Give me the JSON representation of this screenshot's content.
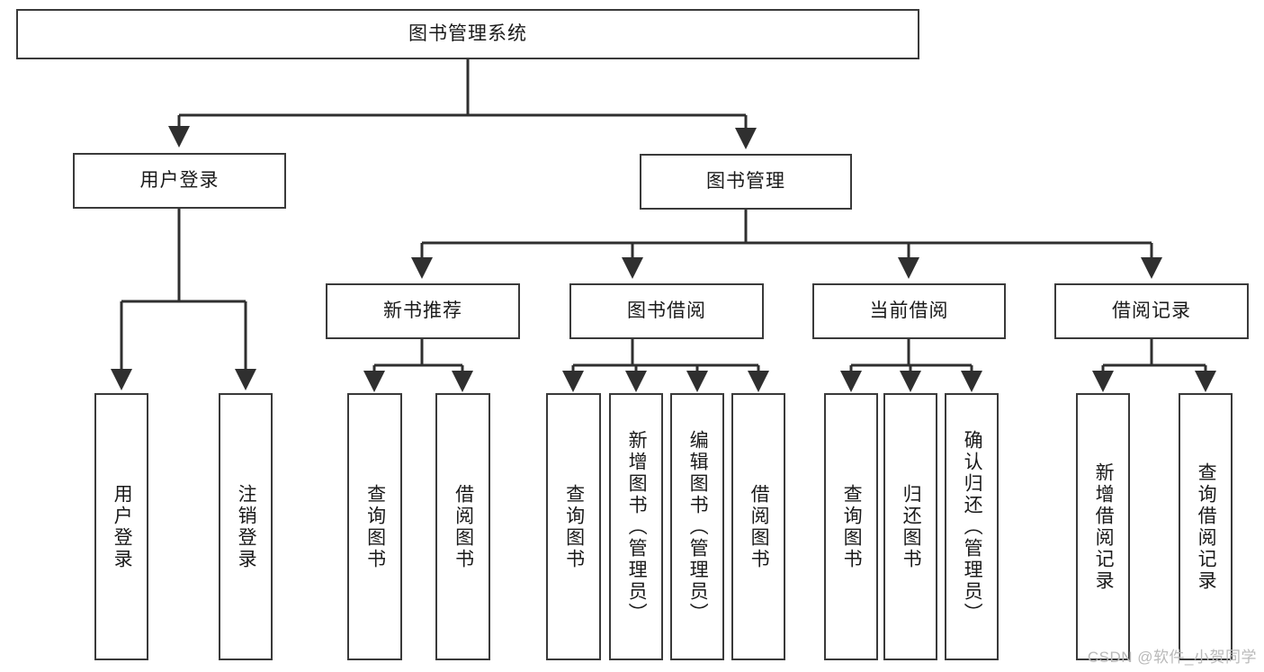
{
  "diagram": {
    "title": "图书管理系统",
    "type": "tree-hierarchy",
    "watermark": "CSDN @软件_小贺同学",
    "stroke_color": "#3a3a3a",
    "fill_color": "#ffffff",
    "text_color": "#1a1a1a",
    "watermark_color": "#b9b9b9"
  },
  "nodes": {
    "root": {
      "label": "图书管理系统",
      "level": 1,
      "orientation": "horizontal"
    },
    "l2": [
      {
        "id": "user-login",
        "label": "用户登录",
        "level": 2,
        "orientation": "horizontal"
      },
      {
        "id": "book-manage",
        "label": "图书管理",
        "level": 2,
        "orientation": "horizontal"
      }
    ],
    "l3": [
      {
        "id": "new-book-rec",
        "label": "新书推荐",
        "level": 3,
        "orientation": "horizontal"
      },
      {
        "id": "book-borrow",
        "label": "图书借阅",
        "level": 3,
        "orientation": "horizontal"
      },
      {
        "id": "current-borrow",
        "label": "当前借阅",
        "level": 3,
        "orientation": "horizontal"
      },
      {
        "id": "borrow-record",
        "label": "借阅记录",
        "level": 3,
        "orientation": "horizontal"
      }
    ],
    "leaves": [
      {
        "id": "leaf-user-login",
        "label": "用户登录",
        "parent": "user-login",
        "orientation": "vertical"
      },
      {
        "id": "leaf-user-logout",
        "label": "注销登录",
        "parent": "user-login",
        "orientation": "vertical"
      },
      {
        "id": "leaf-query-book-1",
        "label": "查询图书",
        "parent": "new-book-rec",
        "orientation": "vertical"
      },
      {
        "id": "leaf-borrow-book-1",
        "label": "借阅图书",
        "parent": "new-book-rec",
        "orientation": "vertical"
      },
      {
        "id": "leaf-query-book-2",
        "label": "查询图书",
        "parent": "book-borrow",
        "orientation": "vertical"
      },
      {
        "id": "leaf-add-book",
        "label": "新增图书（管理员）",
        "parent": "book-borrow",
        "orientation": "vertical"
      },
      {
        "id": "leaf-edit-book",
        "label": "编辑图书（管理员）",
        "parent": "book-borrow",
        "orientation": "vertical"
      },
      {
        "id": "leaf-borrow-book-2",
        "label": "借阅图书",
        "parent": "book-borrow",
        "orientation": "vertical"
      },
      {
        "id": "leaf-query-book-3",
        "label": "查询图书",
        "parent": "current-borrow",
        "orientation": "vertical"
      },
      {
        "id": "leaf-return-book",
        "label": "归还图书",
        "parent": "current-borrow",
        "orientation": "vertical"
      },
      {
        "id": "leaf-confirm-return",
        "label": "确认归还（管理员）",
        "parent": "current-borrow",
        "orientation": "vertical"
      },
      {
        "id": "leaf-add-record",
        "label": "新增借阅记录",
        "parent": "borrow-record",
        "orientation": "vertical"
      },
      {
        "id": "leaf-query-record",
        "label": "查询借阅记录",
        "parent": "borrow-record",
        "orientation": "vertical"
      }
    ]
  }
}
